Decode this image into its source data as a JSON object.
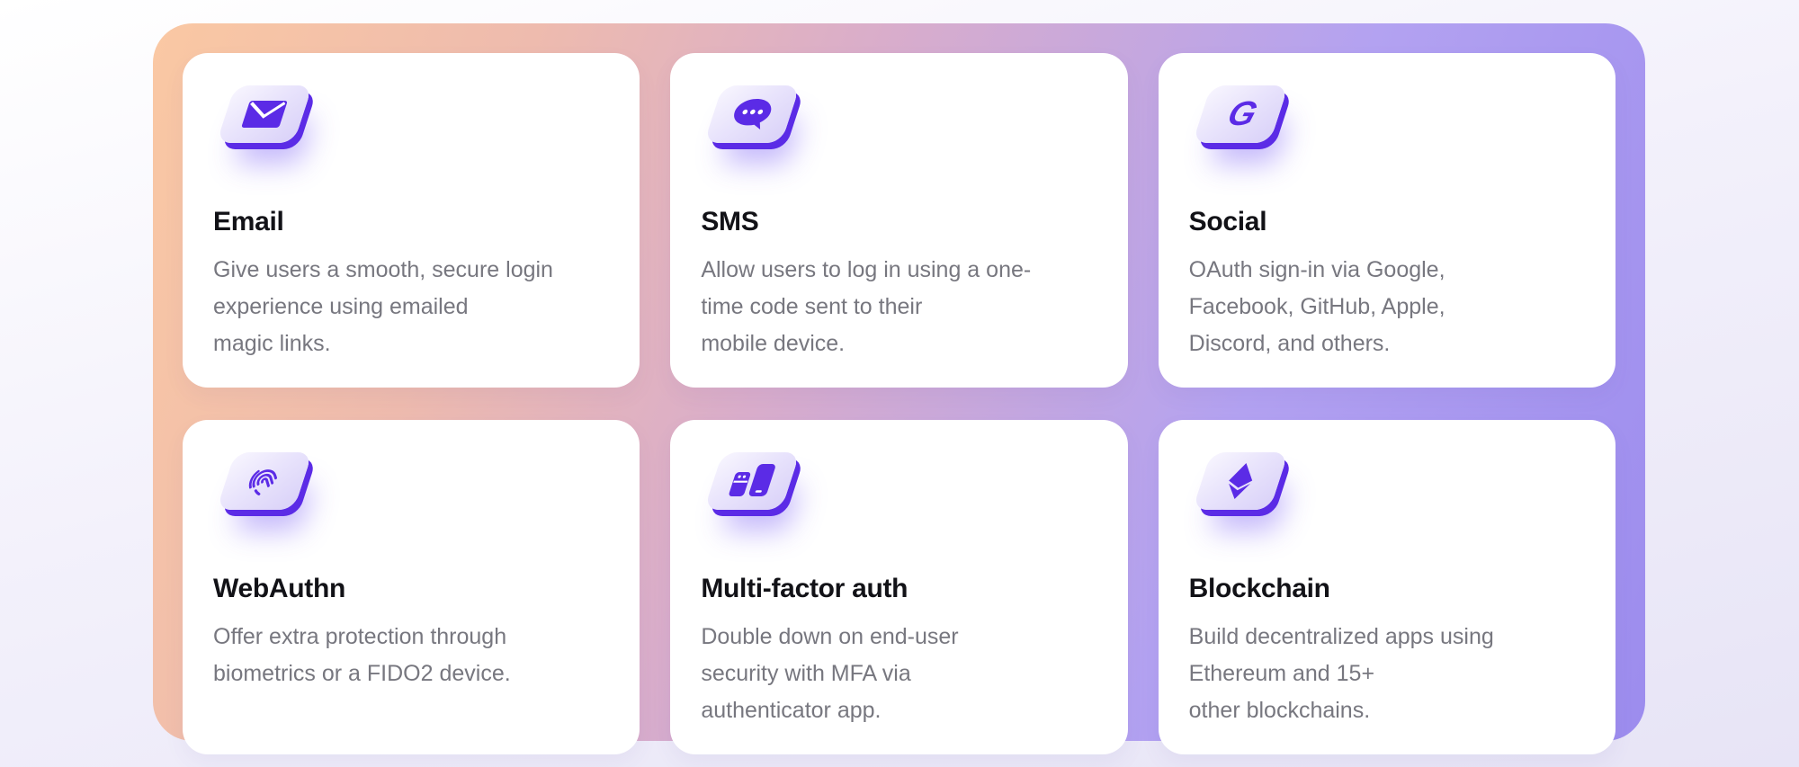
{
  "panel": {
    "gradient_start": "#fac8a3",
    "gradient_mid": "#d9adcb",
    "gradient_end": "#9c8cee",
    "card_background": "#ffffff",
    "accent_indigo": "#5b2be6",
    "title_color": "#121217",
    "description_color": "#77777f"
  },
  "cards": [
    {
      "icon": "email-icon",
      "title": "Email",
      "description": "Give users a smooth, secure login\nexperience using emailed\nmagic links."
    },
    {
      "icon": "sms-icon",
      "title": "SMS",
      "description": "Allow users to log in using a one-\ntime code sent to their\nmobile device."
    },
    {
      "icon": "social-g-icon",
      "title": "Social",
      "glyph_letter": "G",
      "description": "OAuth sign-in via Google,\nFacebook, GitHub, Apple,\nDiscord, and others."
    },
    {
      "icon": "fingerprint-icon",
      "title": "WebAuthn",
      "description": "Offer extra protection through\nbiometrics or a FIDO2 device."
    },
    {
      "icon": "mfa-devices-icon",
      "title": "Multi-factor auth",
      "description": "Double down on end-user\nsecurity with MFA via\nauthenticator app."
    },
    {
      "icon": "ethereum-icon",
      "title": "Blockchain",
      "description": "Build decentralized apps using\nEthereum and 15+\nother blockchains."
    }
  ]
}
